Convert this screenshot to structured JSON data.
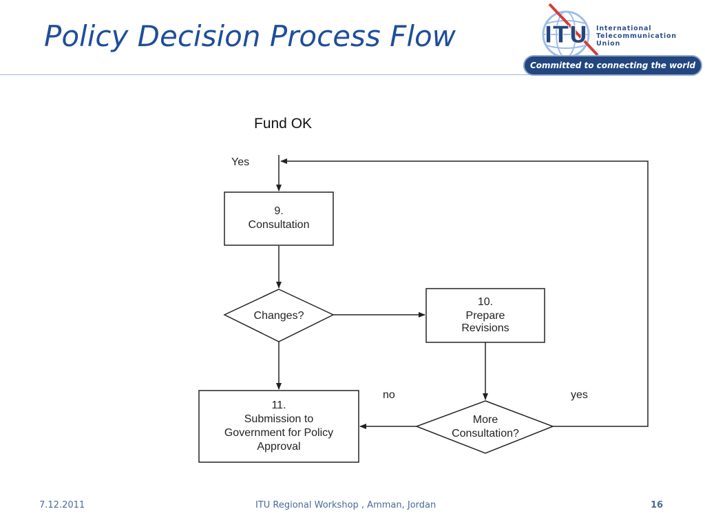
{
  "slide": {
    "title": "Policy Decision Process Flow",
    "subtitle_label": "Fund OK"
  },
  "logo": {
    "mark": "ITU",
    "name_line1": "International",
    "name_line2": "Telecommunication",
    "name_line3": "Union",
    "tagline": "Committed to connecting the world",
    "colors": {
      "blue": "#23467f",
      "light_blue": "#5b8fd0",
      "red": "#d63a3a"
    }
  },
  "flowchart": {
    "labels": {
      "yes_top": "Yes",
      "no": "no",
      "yes_right": "yes"
    },
    "nodes": {
      "consultation": {
        "line1": "9.",
        "line2": "Consultation"
      },
      "changes": {
        "line1": "Changes?"
      },
      "prepare_revisions": {
        "line1": "10.",
        "line2": "Prepare",
        "line3": "Revisions"
      },
      "submission": {
        "line1": "11.",
        "line2": "Submission to",
        "line3": "Government for Policy",
        "line4": "Approval"
      },
      "more_consultation": {
        "line1": "More",
        "line2": "Consultation?"
      }
    }
  },
  "footer": {
    "date": "7.12.2011",
    "event": "ITU Regional Workshop , Amman, Jordan",
    "page": "16"
  }
}
